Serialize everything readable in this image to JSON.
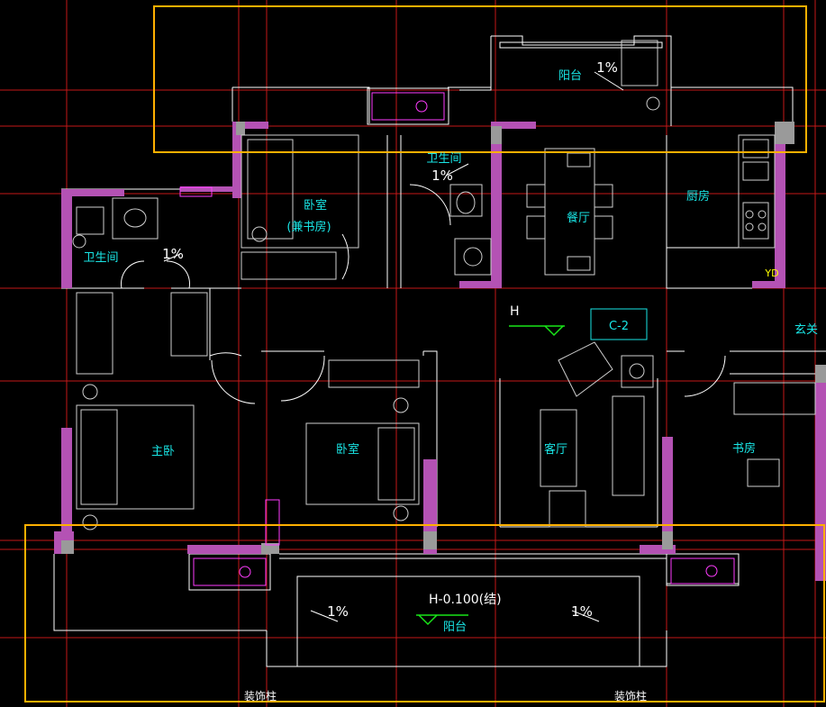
{
  "drawing": {
    "rooms": {
      "balcony_top": "阳台",
      "bathroom_top": "卫生间",
      "bathroom_left": "卫生间",
      "bedroom_study": "卧室",
      "bedroom_study_note": "(兼书房)",
      "dining": "餐厅",
      "kitchen": "厨房",
      "foyer": "玄关",
      "master_bedroom": "主卧",
      "bedroom": "卧室",
      "living_room": "客厅",
      "study": "书房",
      "balcony_bottom": "阳台"
    },
    "slopes": {
      "balcony_top": "1%",
      "bathroom_top": "1%",
      "bathroom_left": "1%",
      "balcony_left": "1%",
      "balcony_right": "1%"
    },
    "labels": {
      "elevation_h": "H",
      "elevation_bottom": "H-0.100(结)",
      "section_tag": "C-2",
      "deco_column_left": "装饰柱",
      "deco_column_right": "装饰柱",
      "yd": "YD"
    },
    "colors": {
      "wall": "#b452b4",
      "grid": "#e61e1e",
      "line": "#ffffff",
      "highlight": "#ffb000",
      "text": "#19e6e6",
      "fixture": "#ff3cff"
    }
  }
}
